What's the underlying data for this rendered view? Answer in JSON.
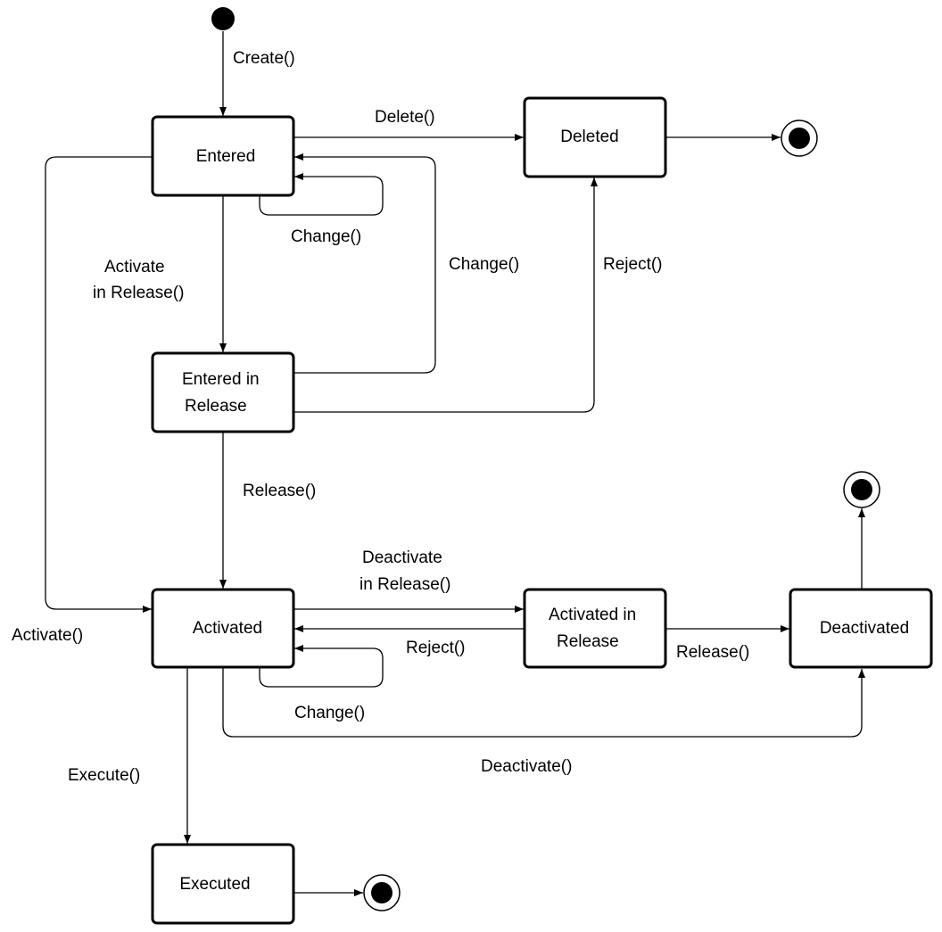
{
  "states": {
    "entered": "Entered",
    "entered_in_release": [
      "Entered in",
      "Release"
    ],
    "deleted": "Deleted",
    "activated": "Activated",
    "activated_in_release": [
      "Activated in",
      "Release"
    ],
    "deactivated": "Deactivated",
    "executed": "Executed"
  },
  "transitions": {
    "create": "Create()",
    "delete": "Delete()",
    "change_self_entered": "Change()",
    "change_from_entered_in_release": "Change()",
    "reject_to_deleted": "Reject()",
    "activate_in_release": [
      "Activate",
      "in Release()"
    ],
    "release_to_activated": "Release()",
    "activate": "Activate()",
    "deactivate_in_release": [
      "Deactivate",
      "in Release()"
    ],
    "reject_to_activated": "Reject()",
    "release_to_deactivated": "Release()",
    "change_self_activated": "Change()",
    "deactivate": "Deactivate()",
    "execute": "Execute()"
  }
}
